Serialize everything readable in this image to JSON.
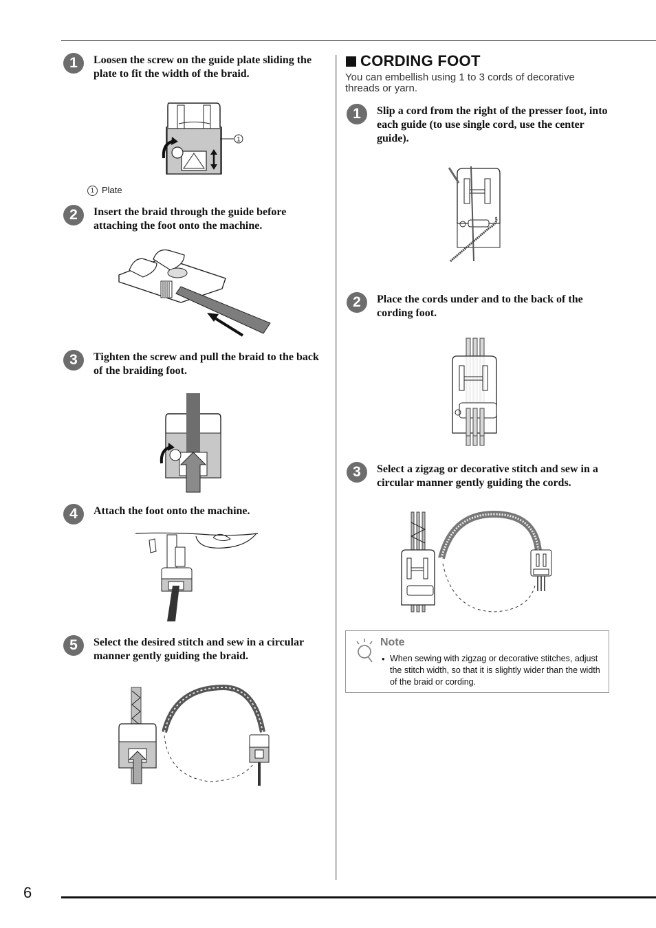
{
  "page_number": "6",
  "left_column": {
    "steps": [
      {
        "num": "1",
        "text": "Loosen the screw on the guide plate sliding the plate to fit the width of the braid."
      },
      {
        "num": "2",
        "text": "Insert the braid through the guide before attaching the foot onto the machine."
      },
      {
        "num": "3",
        "text": "Tighten the screw and pull the braid to the back of the braiding foot."
      },
      {
        "num": "4",
        "text": "Attach the foot onto the machine."
      },
      {
        "num": "5",
        "text": "Select the desired stitch and sew in a circular manner gently guiding the braid."
      }
    ],
    "figure1_callout": "1",
    "figure1_caption_num": "1",
    "figure1_caption": "Plate"
  },
  "right_column": {
    "section_title": "CORDING FOOT",
    "intro": "You can embellish using 1 to 3 cords of decorative threads or yarn.",
    "steps": [
      {
        "num": "1",
        "text": "Slip a cord from the right of the presser foot, into each guide (to use single cord, use the center guide)."
      },
      {
        "num": "2",
        "text": "Place the cords under and to the back of the cording foot."
      },
      {
        "num": "3",
        "text": "Select a zigzag or decorative stitch and sew in a circular manner gently guiding the cords."
      }
    ],
    "note": {
      "title": "Note",
      "bullet": "•",
      "text": "When sewing with zigzag or decorative stitches, adjust the stitch width, so that it is slightly wider than the width of the braid or cording."
    }
  },
  "icons": [
    "note-bulb-icon",
    "arrow-icon"
  ],
  "colors": {
    "badge": "#6d6d6d",
    "divider": "#c8c8c8",
    "note_title": "#777777"
  }
}
